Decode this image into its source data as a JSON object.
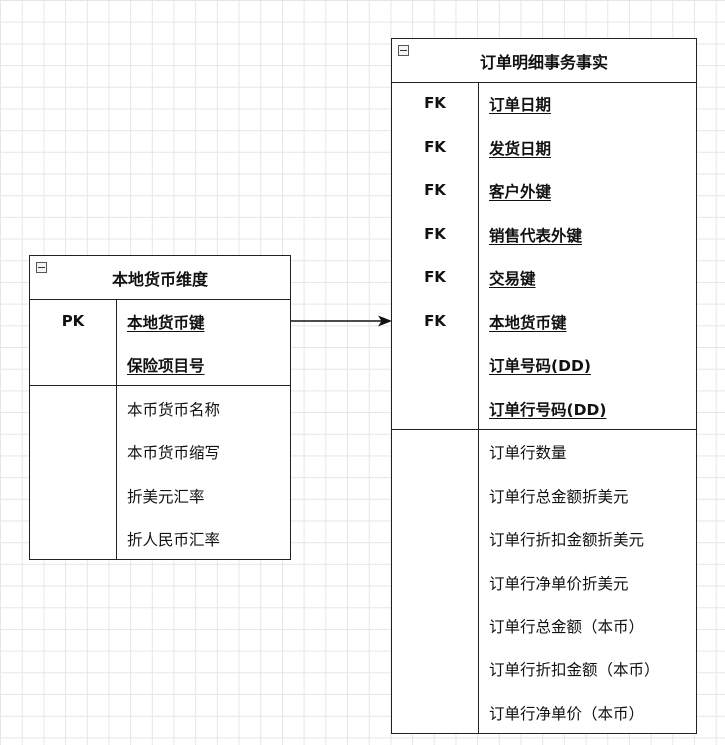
{
  "dimension_table": {
    "title": "本地货币维度",
    "key_rows": [
      {
        "tag": "PK",
        "name": "本地货币键"
      },
      {
        "tag": "",
        "name": "保险项目号"
      }
    ],
    "attributes": [
      "本币货币名称",
      "本币货币缩写",
      "折美元汇率",
      "折人民币汇率"
    ]
  },
  "fact_table": {
    "title": "订单明细事务事实",
    "key_rows": [
      {
        "tag": "FK",
        "name": "订单日期"
      },
      {
        "tag": "FK",
        "name": "发货日期"
      },
      {
        "tag": "FK",
        "name": "客户外键"
      },
      {
        "tag": "FK",
        "name": "销售代表外键"
      },
      {
        "tag": "FK",
        "name": "交易键"
      },
      {
        "tag": "FK",
        "name": "本地货币键"
      },
      {
        "tag": "",
        "name": "订单号码(DD)"
      },
      {
        "tag": "",
        "name": "订单行号码(DD)"
      }
    ],
    "attributes": [
      "订单行数量",
      "订单行总金额折美元",
      "订单行折扣金额折美元",
      "订单行净单价折美元",
      "订单行总金额（本币）",
      "订单行折扣金额（本币）",
      "订单行净单价（本币）"
    ]
  }
}
